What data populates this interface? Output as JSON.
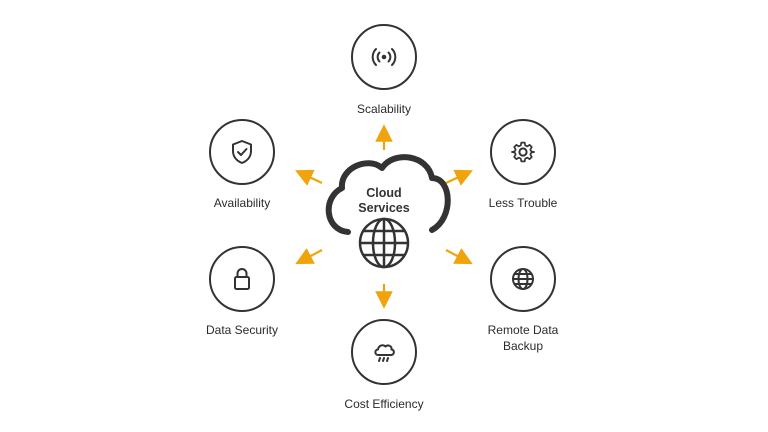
{
  "hub": {
    "line1": "Cloud",
    "line2": "Services"
  },
  "nodes": {
    "scalability": {
      "label": "Scalability",
      "icon": "signal-broadcast-icon"
    },
    "availability": {
      "label": "Availability",
      "icon": "shield-check-icon"
    },
    "less_trouble": {
      "label": "Less Trouble",
      "icon": "gear-icon"
    },
    "data_security": {
      "label": "Data Security",
      "icon": "padlock-icon"
    },
    "remote_backup": {
      "label_line1": "Remote Data",
      "label_line2": "Backup",
      "icon": "globe-icon"
    },
    "cost_efficiency": {
      "label": "Cost Efficiency",
      "icon": "rain-cloud-icon"
    }
  },
  "colors": {
    "arrow": "#F0A30A",
    "stroke": "#333333",
    "text": "#2B2B2B"
  }
}
